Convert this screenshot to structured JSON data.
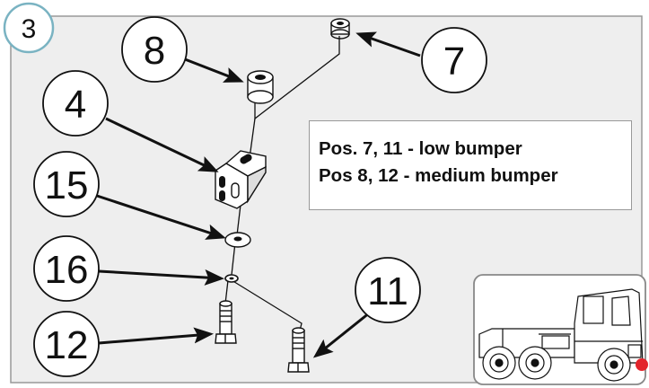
{
  "step_number": "3",
  "callouts": [
    {
      "id": "c8",
      "label": "8"
    },
    {
      "id": "c7",
      "label": "7"
    },
    {
      "id": "c4",
      "label": "4"
    },
    {
      "id": "c15",
      "label": "15"
    },
    {
      "id": "c16",
      "label": "16"
    },
    {
      "id": "c11",
      "label": "11"
    },
    {
      "id": "c12",
      "label": "12"
    }
  ],
  "note": {
    "line1": "Pos. 7, 11 - low bumper",
    "line2": "Pos 8, 12 - medium bumper"
  },
  "colors": {
    "panel_bg": "#eeeeee",
    "step_circle_stroke": "#7ab3c2",
    "indicator_dot": "#e3242b"
  }
}
